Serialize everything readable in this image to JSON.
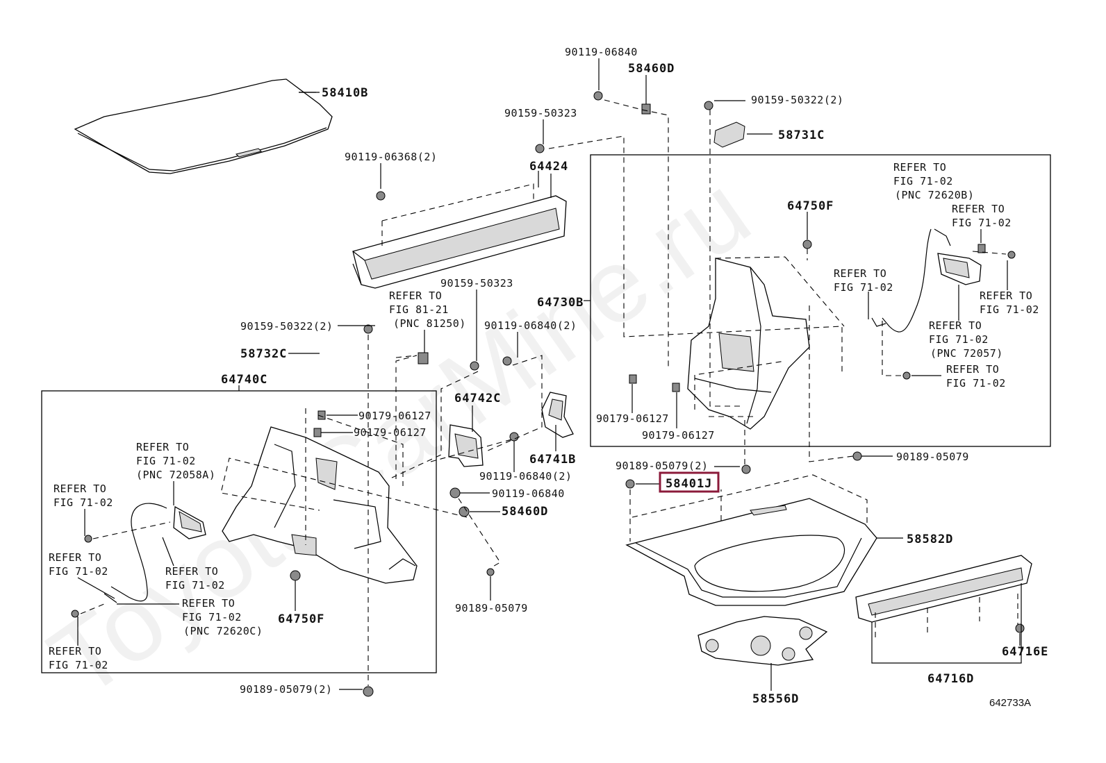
{
  "watermark": "ToyotaCarMine.ru",
  "figure_code": "642733A",
  "highlight_color": "#8b1a3a",
  "highlighted_part": "58401J",
  "labels": {
    "p58410B": "58410B",
    "p90119_06368_2": "90119-06368(2)",
    "p90159_50323_top": "90159-50323",
    "p64424": "64424",
    "p90119_06840_top": "90119-06840",
    "p58460D_top": "58460D",
    "p90159_50322_2_top": "90159-50322(2)",
    "p58731C": "58731C",
    "p64750F_top": "64750F",
    "p64730B": "64730B",
    "p90159_50323_mid": "90159-50323",
    "p90159_50322_2_mid": "90159-50322(2)",
    "p58732C": "58732C",
    "p90119_06840_2_mid": "90119-06840(2)",
    "p64740C": "64740C",
    "p64742C": "64742C",
    "p90179_06127_a": "90179-06127",
    "p90179_06127_b": "90179-06127",
    "p64741B": "64741B",
    "p90119_06840_2_low": "90119-06840(2)",
    "p90119_06840_low": "90119-06840",
    "p58460D_low": "58460D",
    "p64750F_low": "64750F",
    "p90189_05079_low": "90189-05079",
    "p90189_05079_2_bottom": "90189-05079(2)",
    "p90179_06127_c": "90179-06127",
    "p90179_06127_d": "90179-06127",
    "p90189_05079_2_right": "90189-05079(2)",
    "p90189_05079_right": "90189-05079",
    "p58401J": "58401J",
    "p58582D": "58582D",
    "p64716E": "64716E",
    "p64716D": "64716D",
    "p58556D": "58556D"
  },
  "refer_notes": {
    "fig8121": [
      "REFER TO",
      "FIG 81-21",
      "(PNC 81250)"
    ],
    "left_72058A": [
      "REFER TO",
      "FIG 71-02",
      "(PNC 72058A)"
    ],
    "left_a": [
      "REFER TO",
      "FIG 71-02"
    ],
    "left_b": [
      "REFER TO",
      "FIG 71-02"
    ],
    "left_c": [
      "REFER TO",
      "FIG 71-02"
    ],
    "left_72620C": [
      "REFER TO",
      "FIG 71-02",
      "(PNC 72620C)"
    ],
    "left_d": [
      "REFER TO",
      "FIG 71-02"
    ],
    "right_72620B": [
      "REFER TO",
      "FIG 71-02",
      "(PNC 72620B)"
    ],
    "right_a": [
      "REFER TO",
      "FIG 71-02"
    ],
    "right_b": [
      "REFER TO",
      "FIG 71-02"
    ],
    "right_c": [
      "REFER TO",
      "FIG 71-02"
    ],
    "right_72057": [
      "REFER TO",
      "FIG 71-02",
      "(PNC 72057)"
    ],
    "right_d": [
      "REFER TO",
      "FIG 71-02"
    ]
  }
}
